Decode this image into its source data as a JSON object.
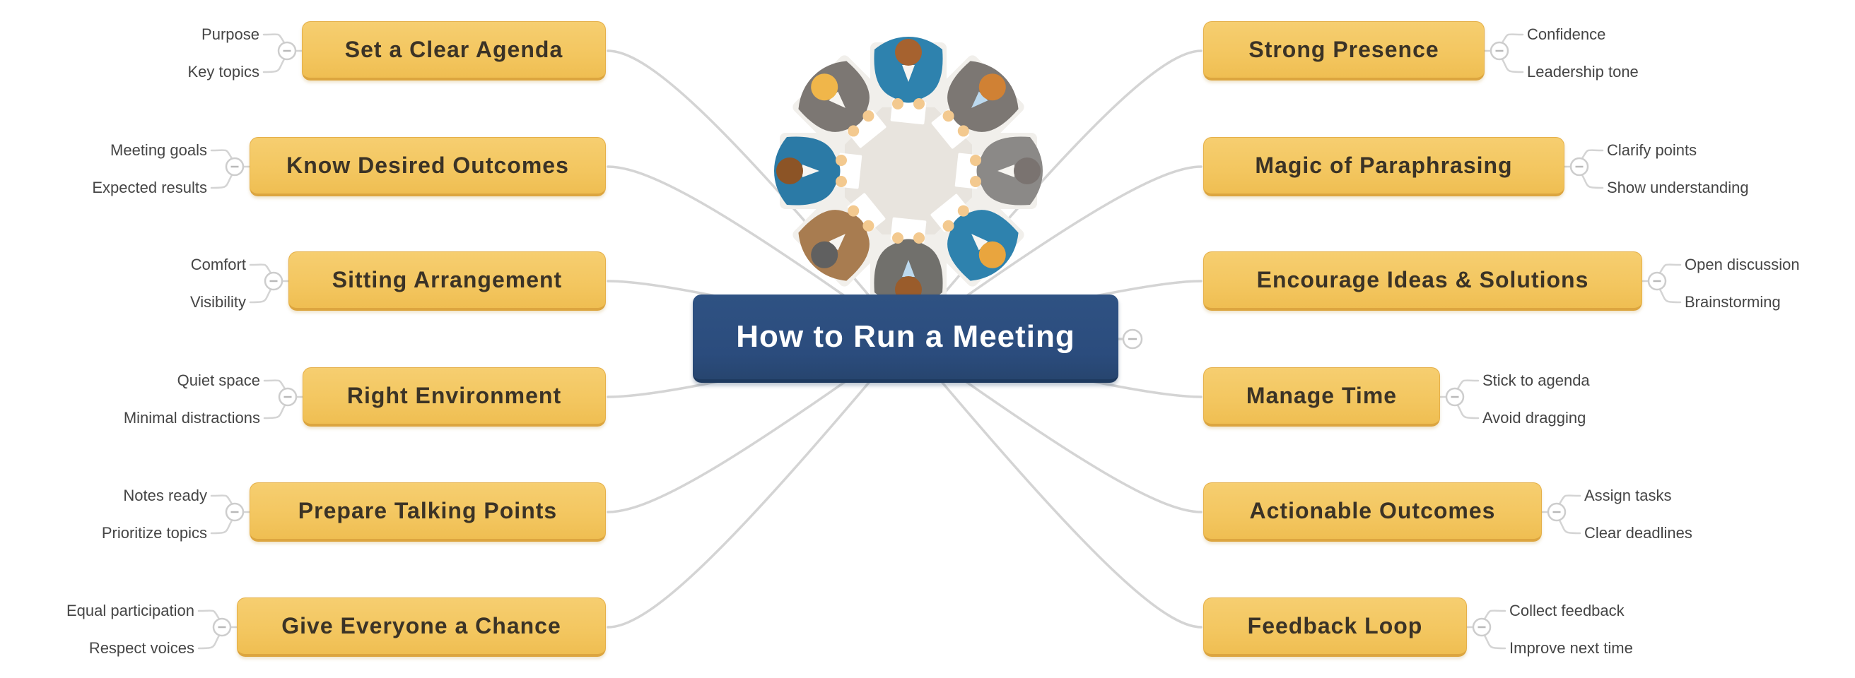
{
  "title": "How to Run a Meeting",
  "center": {
    "label": "How to Run a Meeting"
  },
  "left_branches": [
    {
      "label": "Set a Clear Agenda",
      "children": [
        "Purpose",
        "Key topics"
      ]
    },
    {
      "label": "Know Desired Outcomes",
      "children": [
        "Meeting goals",
        "Expected results"
      ]
    },
    {
      "label": "Sitting Arrangement",
      "children": [
        "Comfort",
        "Visibility"
      ]
    },
    {
      "label": "Right Environment",
      "children": [
        "Quiet space",
        "Minimal distractions"
      ]
    },
    {
      "label": "Prepare Talking Points",
      "children": [
        "Notes ready",
        "Prioritize topics"
      ]
    },
    {
      "label": "Give Everyone a Chance",
      "children": [
        "Equal participation",
        "Respect voices"
      ]
    }
  ],
  "right_branches": [
    {
      "label": "Strong Presence",
      "children": [
        "Confidence",
        "Leadership tone"
      ]
    },
    {
      "label": "Magic of Paraphrasing",
      "children": [
        "Clarify points",
        "Show understanding"
      ]
    },
    {
      "label": "Encourage Ideas & Solutions",
      "children": [
        "Open discussion",
        "Brainstorming"
      ]
    },
    {
      "label": "Manage Time",
      "children": [
        "Stick to agenda",
        "Avoid dragging"
      ]
    },
    {
      "label": "Actionable Outcomes",
      "children": [
        "Assign tasks",
        "Clear deadlines"
      ]
    },
    {
      "label": "Feedback Loop",
      "children": [
        "Collect feedback",
        "Improve next time"
      ]
    }
  ],
  "icons": {
    "collapse_button": "minus-icon",
    "illustration": "meeting-round-table-top-view"
  },
  "colors": {
    "branch_fill": "#F3C65F",
    "branch_border": "#DCA53F",
    "branch_text": "#3B3326",
    "center_fill": "#2B4C7D",
    "center_text": "#FFFFFF",
    "connector_line": "#D4D4D4",
    "subtopic_text": "#454545",
    "table": "#E8E4DE",
    "jacket_teal": "#2E82AE",
    "jacket_gray": "#7C7773",
    "jacket_brown": "#A87C50"
  }
}
